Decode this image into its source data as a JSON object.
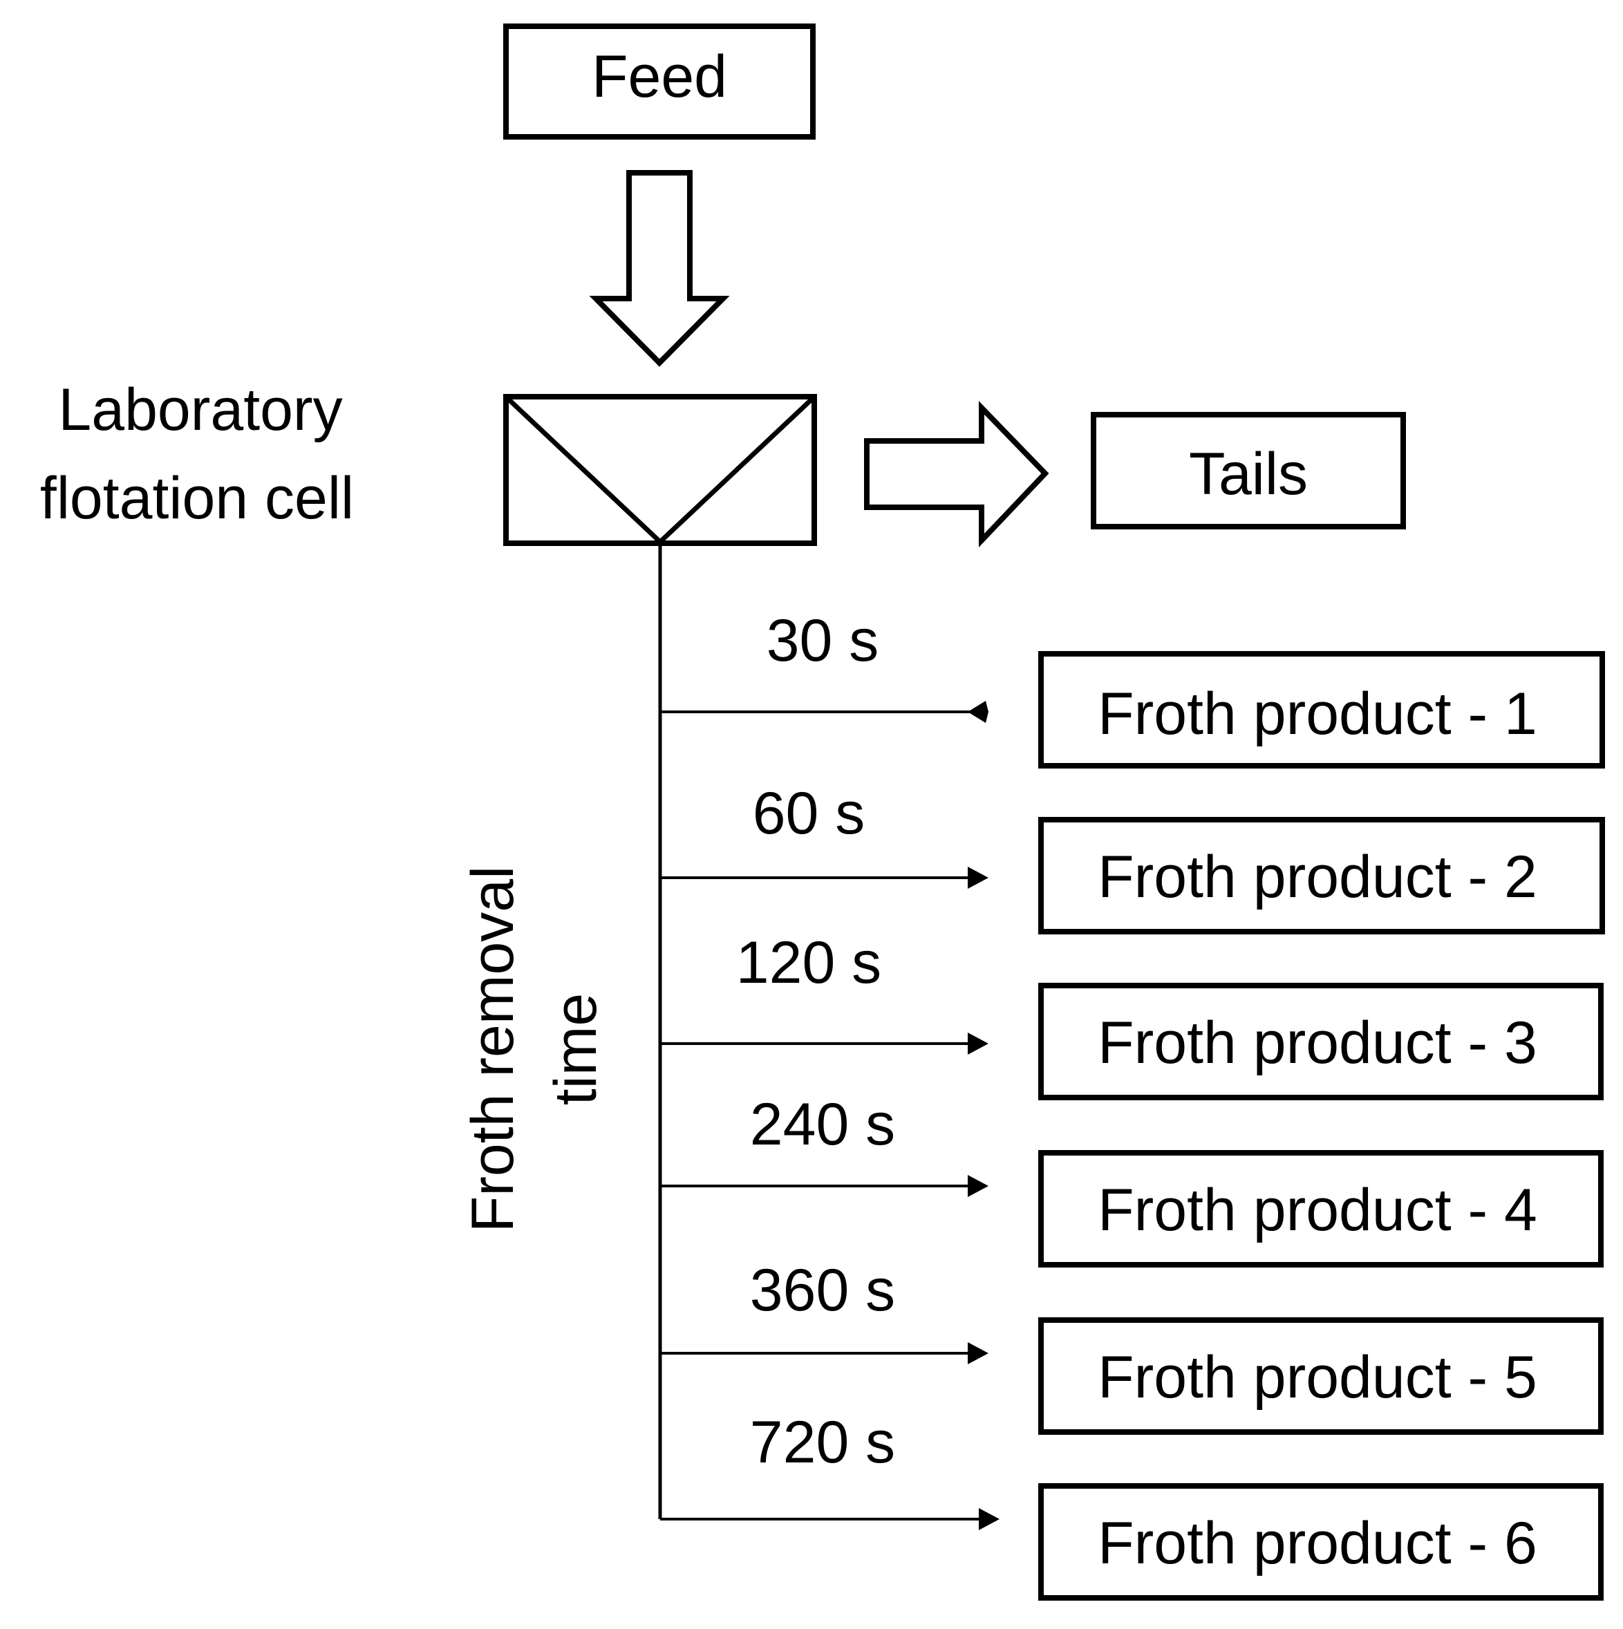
{
  "diagram": {
    "feed_label": "Feed",
    "cell_label_line1": "Laboratory",
    "cell_label_line2": "flotation cell",
    "tails_label": "Tails",
    "axis_label_line1": "Froth removal",
    "axis_label_line2": "time",
    "steps": [
      {
        "time": "30 s",
        "product": "Froth product - 1"
      },
      {
        "time": "60 s",
        "product": "Froth product - 2"
      },
      {
        "time": "120 s",
        "product": "Froth product - 3"
      },
      {
        "time": "240 s",
        "product": "Froth product - 4"
      },
      {
        "time": "360 s",
        "product": "Froth product - 5"
      },
      {
        "time": "720 s",
        "product": "Froth product - 6"
      }
    ],
    "colors": {
      "line": "#000000",
      "background": "#ffffff"
    }
  }
}
